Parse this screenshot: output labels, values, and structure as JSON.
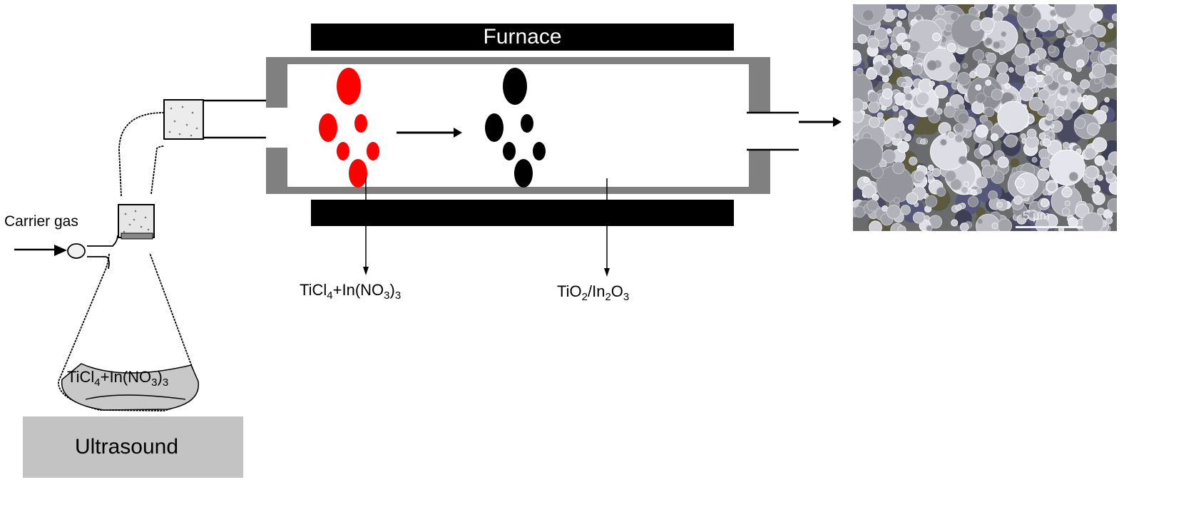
{
  "furnace": {
    "label": "Furnace",
    "particle_colors": {
      "precursor": "#ff0000",
      "product": "#000000"
    },
    "wall_color": "#808080"
  },
  "carrier_gas": {
    "label": "Carrier gas"
  },
  "flask": {
    "solution_parts": [
      "TiCl",
      "4",
      "+In(NO",
      "3",
      ")",
      "3"
    ],
    "liquid_color": "#c8c8c8"
  },
  "ultrasound": {
    "label": "Ultrasound",
    "color": "#c3c3c3"
  },
  "precursor_label": {
    "parts": [
      "TiCl",
      "4",
      "+In(NO",
      "3",
      ")",
      "3"
    ]
  },
  "product_label": {
    "parts": [
      "TiO",
      "2",
      "/In",
      "2",
      "O",
      "3"
    ]
  },
  "sem_image": {
    "scale_bar": "5 µm"
  }
}
